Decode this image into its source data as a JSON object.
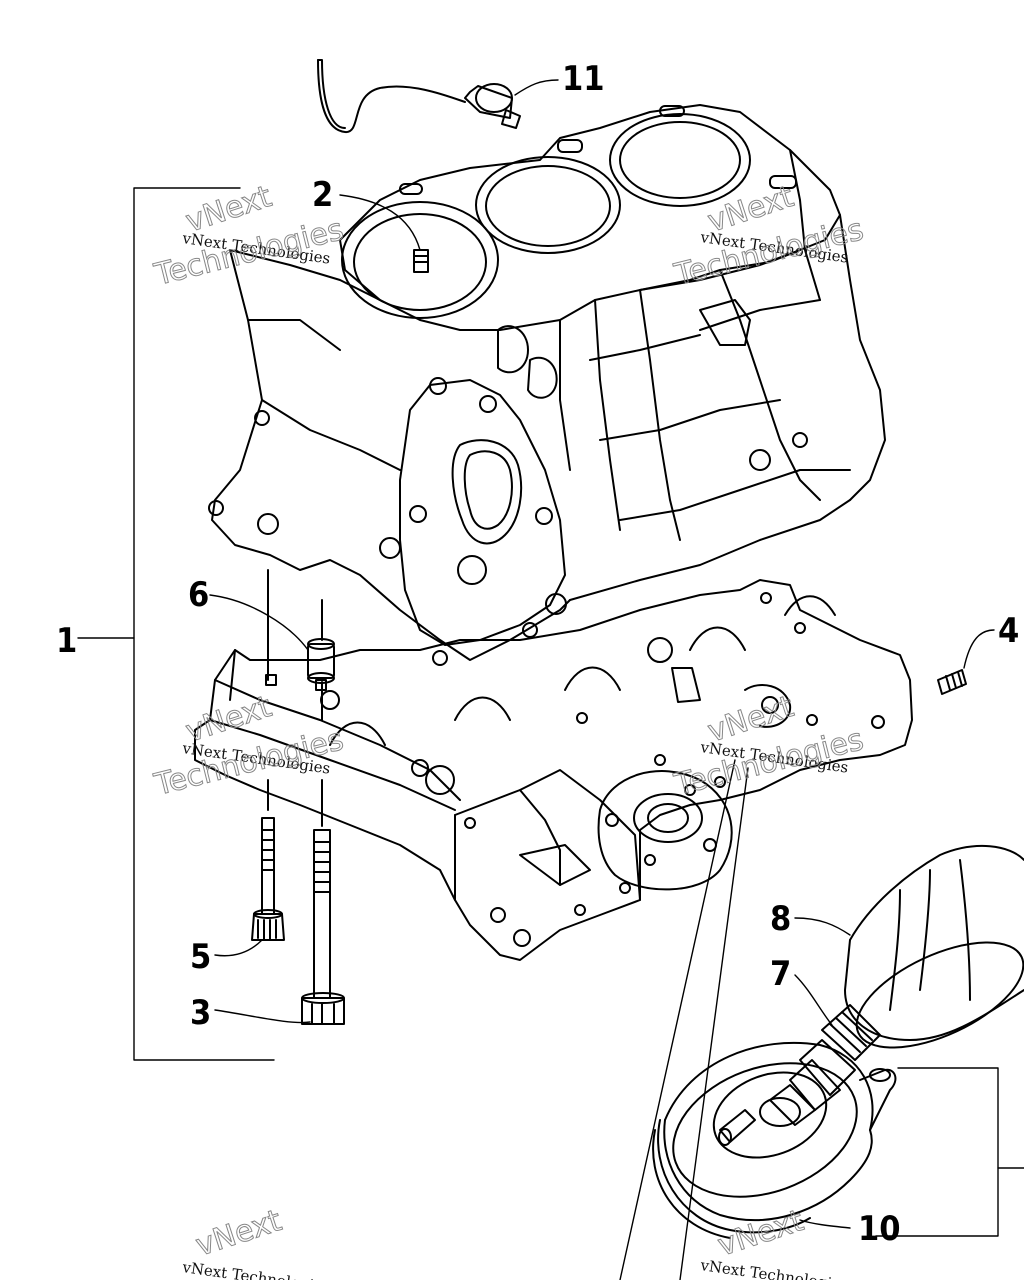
{
  "callouts": {
    "c1": "1",
    "c2": "2",
    "c3": "3",
    "c4": "4",
    "c5": "5",
    "c6": "6",
    "c7": "7",
    "c8": "8",
    "c10": "10",
    "c11": "11"
  },
  "watermark": {
    "small_line": "vNext Technologies",
    "big_line_1": "vNext",
    "big_line_2": "Technologies"
  },
  "colors": {
    "ink": "#000000",
    "watermark": "#888888",
    "background": "#ffffff"
  }
}
